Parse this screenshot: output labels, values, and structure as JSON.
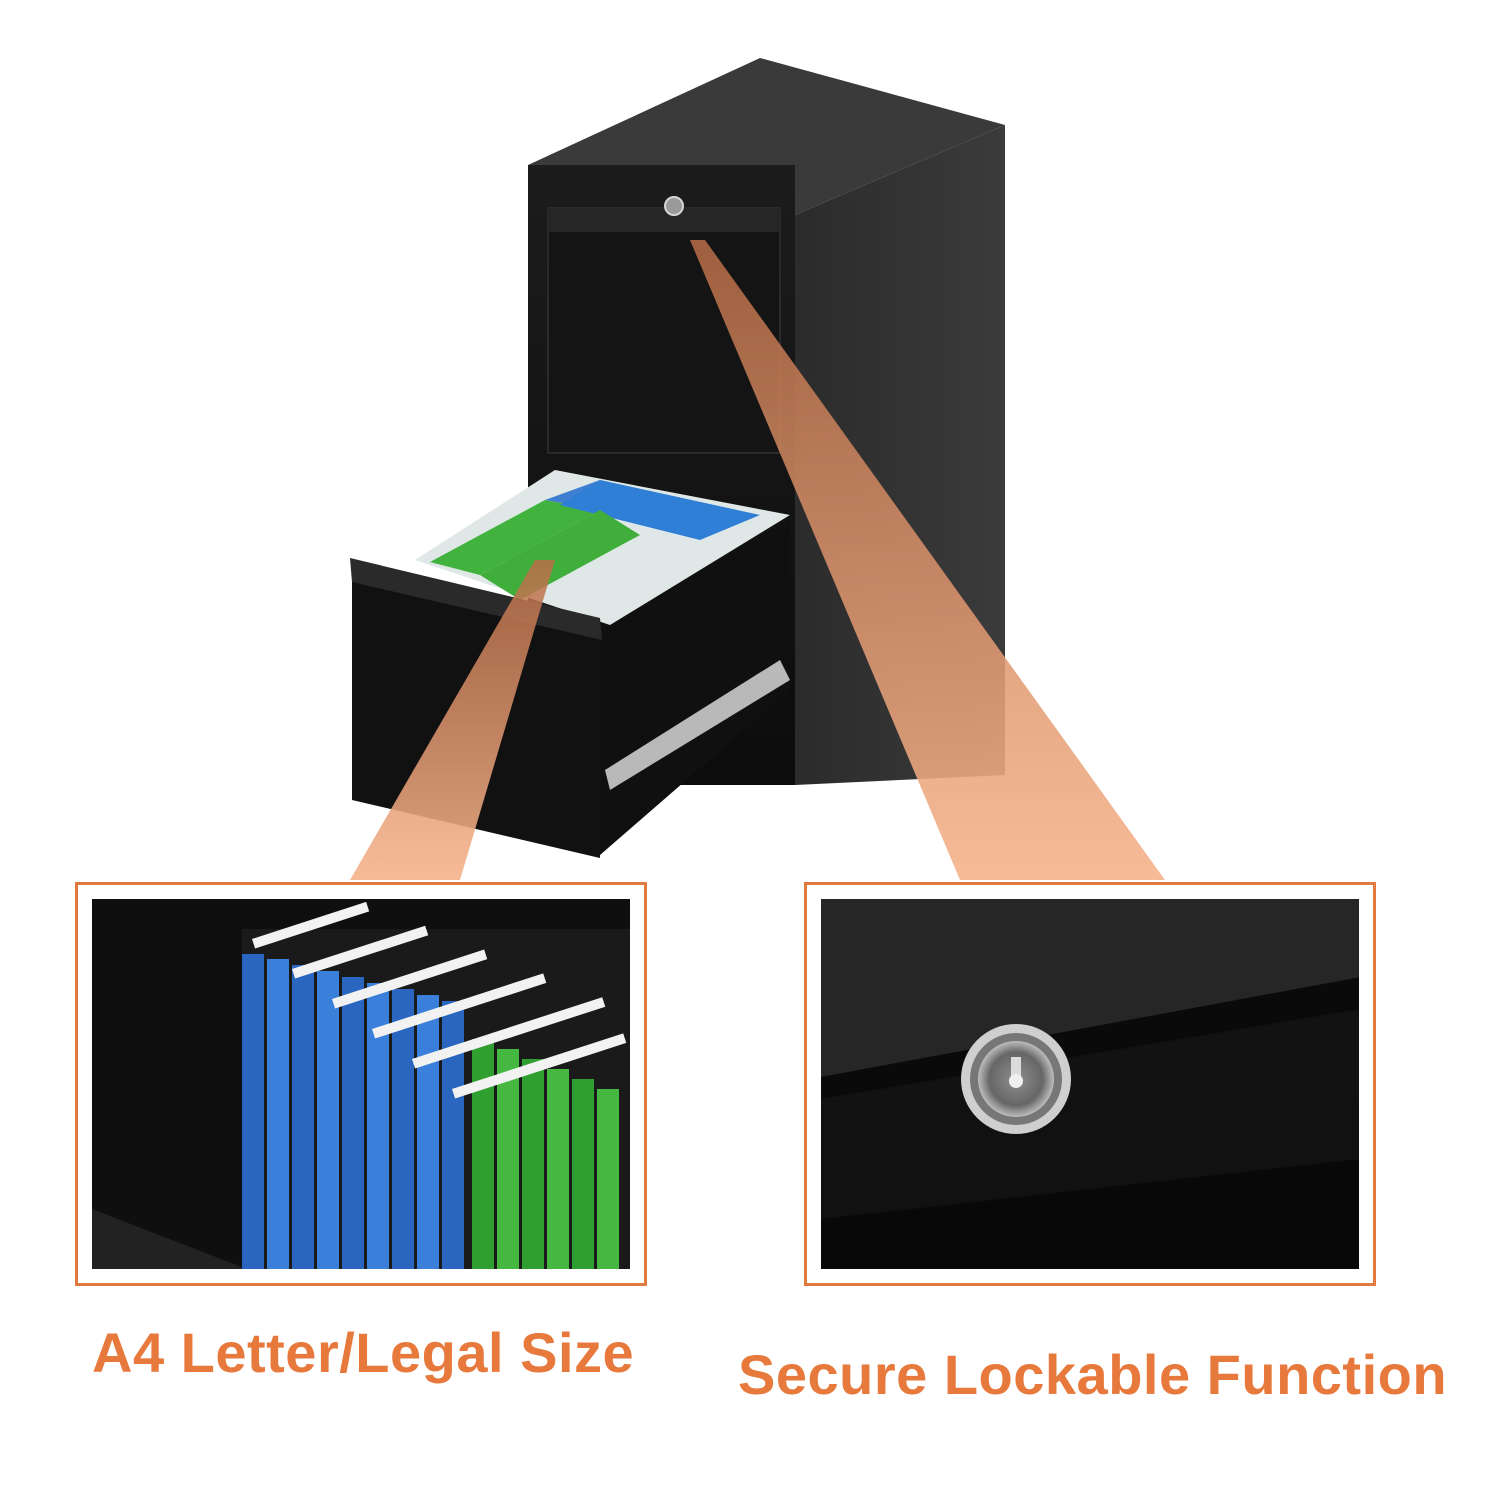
{
  "colors": {
    "accent": "#e07a3e",
    "beam": "#f3b48b",
    "cabinet": "#1a1a1a",
    "folder_blue": "#2f7fd6",
    "folder_green": "#3fae3a"
  },
  "features": [
    {
      "label": "A4 Letter/Legal Size",
      "icon": "hanging-file-folders"
    },
    {
      "label": "Secure Lockable Function",
      "icon": "cylinder-lock"
    }
  ]
}
